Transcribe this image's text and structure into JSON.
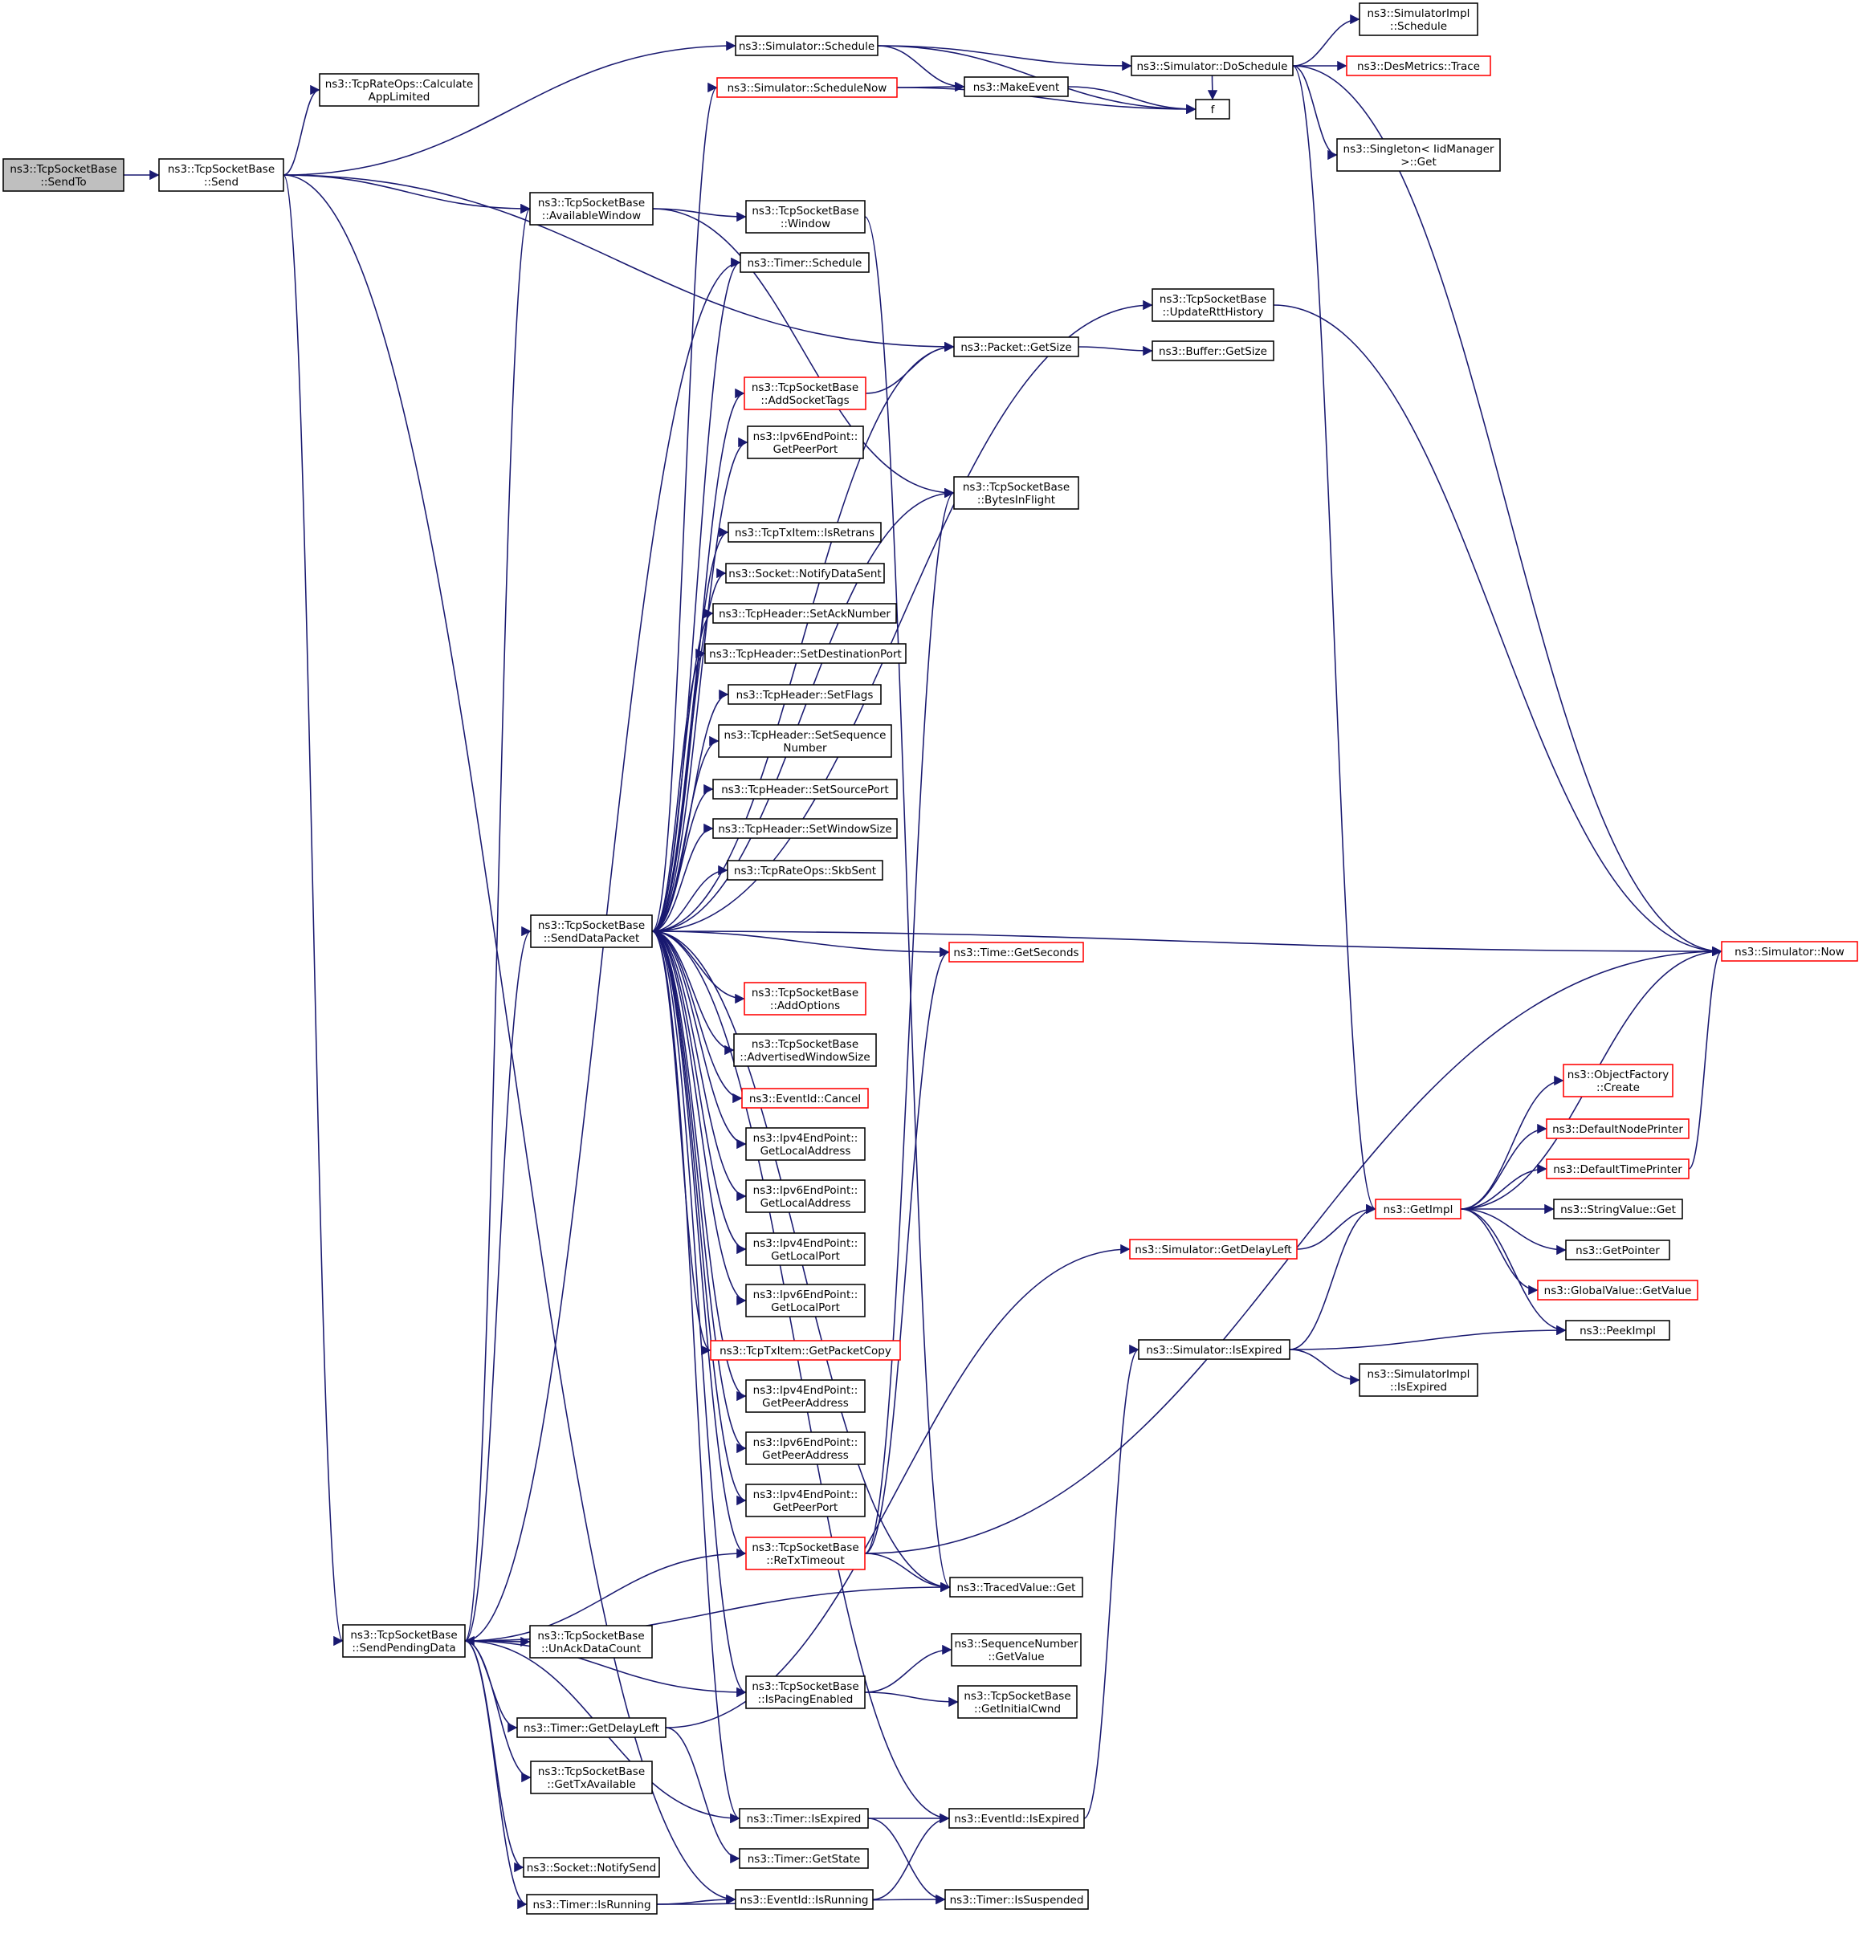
{
  "colors": {
    "edge": "#191970",
    "red_border": "#ff0000",
    "root_fill": "#bfbfbf"
  },
  "nodes": [
    {
      "id": "sendto",
      "lines": [
        "ns3::TcpSocketBase",
        "::SendTo"
      ],
      "root": true
    },
    {
      "id": "send",
      "lines": [
        "ns3::TcpSocketBase",
        "::Send"
      ]
    },
    {
      "id": "sim_schedule",
      "lines": [
        "ns3::Simulator::Schedule"
      ]
    },
    {
      "id": "calc_app",
      "lines": [
        "ns3::TcpRateOps::Calculate",
        "AppLimited"
      ]
    },
    {
      "id": "sched_now",
      "lines": [
        "ns3::Simulator::ScheduleNow"
      ],
      "red": true
    },
    {
      "id": "avail_win",
      "lines": [
        "ns3::TcpSocketBase",
        "::AvailableWindow"
      ]
    },
    {
      "id": "window",
      "lines": [
        "ns3::TcpSocketBase",
        "::Window"
      ]
    },
    {
      "id": "timer_sched",
      "lines": [
        "ns3::Timer::Schedule"
      ]
    },
    {
      "id": "update_rtt",
      "lines": [
        "ns3::TcpSocketBase",
        "::UpdateRttHistory"
      ]
    },
    {
      "id": "pkt_getsize",
      "lines": [
        "ns3::Packet::GetSize"
      ]
    },
    {
      "id": "buf_getsize",
      "lines": [
        "ns3::Buffer::GetSize"
      ]
    },
    {
      "id": "add_sock_tags",
      "lines": [
        "ns3::TcpSocketBase",
        "::AddSocketTags"
      ],
      "red": true
    },
    {
      "id": "ipv6_getpeerport",
      "lines": [
        "ns3::Ipv6EndPoint::",
        "GetPeerPort"
      ]
    },
    {
      "id": "bytes_inflight",
      "lines": [
        "ns3::TcpSocketBase",
        "::BytesInFlight"
      ]
    },
    {
      "id": "isretrans",
      "lines": [
        "ns3::TcpTxItem::IsRetrans"
      ]
    },
    {
      "id": "notify_data_sent",
      "lines": [
        "ns3::Socket::NotifyDataSent"
      ]
    },
    {
      "id": "set_ack",
      "lines": [
        "ns3::TcpHeader::SetAckNumber"
      ]
    },
    {
      "id": "set_dest_port",
      "lines": [
        "ns3::TcpHeader::SetDestinationPort"
      ]
    },
    {
      "id": "set_flags",
      "lines": [
        "ns3::TcpHeader::SetFlags"
      ]
    },
    {
      "id": "set_seq",
      "lines": [
        "ns3::TcpHeader::SetSequence",
        "Number"
      ]
    },
    {
      "id": "set_src_port",
      "lines": [
        "ns3::TcpHeader::SetSourcePort"
      ]
    },
    {
      "id": "set_win_size",
      "lines": [
        "ns3::TcpHeader::SetWindowSize"
      ]
    },
    {
      "id": "skb_sent",
      "lines": [
        "ns3::TcpRateOps::SkbSent"
      ]
    },
    {
      "id": "send_data_pkt",
      "lines": [
        "ns3::TcpSocketBase",
        "::SendDataPacket"
      ]
    },
    {
      "id": "time_getsec",
      "lines": [
        "ns3::Time::GetSeconds"
      ],
      "red": true
    },
    {
      "id": "add_options",
      "lines": [
        "ns3::TcpSocketBase",
        "::AddOptions"
      ],
      "red": true
    },
    {
      "id": "adv_win_size",
      "lines": [
        "ns3::TcpSocketBase",
        "::AdvertisedWindowSize"
      ]
    },
    {
      "id": "evt_cancel",
      "lines": [
        "ns3::EventId::Cancel"
      ],
      "red": true
    },
    {
      "id": "ipv4_getlocaladdr",
      "lines": [
        "ns3::Ipv4EndPoint::",
        "GetLocalAddress"
      ]
    },
    {
      "id": "ipv6_getlocaladdr",
      "lines": [
        "ns3::Ipv6EndPoint::",
        "GetLocalAddress"
      ]
    },
    {
      "id": "ipv4_getlocalport",
      "lines": [
        "ns3::Ipv4EndPoint::",
        "GetLocalPort"
      ]
    },
    {
      "id": "ipv6_getlocalport",
      "lines": [
        "ns3::Ipv6EndPoint::",
        "GetLocalPort"
      ]
    },
    {
      "id": "get_pkt_copy",
      "lines": [
        "ns3::TcpTxItem::GetPacketCopy"
      ],
      "red": true
    },
    {
      "id": "ipv4_getpeeraddr",
      "lines": [
        "ns3::Ipv4EndPoint::",
        "GetPeerAddress"
      ]
    },
    {
      "id": "ipv6_getpeeraddr",
      "lines": [
        "ns3::Ipv6EndPoint::",
        "GetPeerAddress"
      ]
    },
    {
      "id": "ipv4_getpeerport",
      "lines": [
        "ns3::Ipv4EndPoint::",
        "GetPeerPort"
      ]
    },
    {
      "id": "retx_timeout",
      "lines": [
        "ns3::TcpSocketBase",
        "::ReTxTimeout"
      ],
      "red": true
    },
    {
      "id": "traced_get",
      "lines": [
        "ns3::TracedValue::Get"
      ]
    },
    {
      "id": "send_pending",
      "lines": [
        "ns3::TcpSocketBase",
        "::SendPendingData"
      ]
    },
    {
      "id": "unack_count",
      "lines": [
        "ns3::TcpSocketBase",
        "::UnAckDataCount"
      ]
    },
    {
      "id": "seq_getvalue",
      "lines": [
        "ns3::SequenceNumber",
        "::GetValue"
      ]
    },
    {
      "id": "is_pacing",
      "lines": [
        "ns3::TcpSocketBase",
        "::IsPacingEnabled"
      ]
    },
    {
      "id": "get_init_cwnd",
      "lines": [
        "ns3::TcpSocketBase",
        "::GetInitialCwnd"
      ]
    },
    {
      "id": "timer_getdelay",
      "lines": [
        "ns3::Timer::GetDelayLeft"
      ]
    },
    {
      "id": "get_tx_avail",
      "lines": [
        "ns3::TcpSocketBase",
        "::GetTxAvailable"
      ]
    },
    {
      "id": "timer_isexpired",
      "lines": [
        "ns3::Timer::IsExpired"
      ]
    },
    {
      "id": "evt_isexpired",
      "lines": [
        "ns3::EventId::IsExpired"
      ]
    },
    {
      "id": "timer_getstate",
      "lines": [
        "ns3::Timer::GetState"
      ]
    },
    {
      "id": "notify_send",
      "lines": [
        "ns3::Socket::NotifySend"
      ]
    },
    {
      "id": "evt_isrunning",
      "lines": [
        "ns3::EventId::IsRunning"
      ]
    },
    {
      "id": "timer_isrunning",
      "lines": [
        "ns3::Timer::IsRunning"
      ]
    },
    {
      "id": "timer_issusp",
      "lines": [
        "ns3::Timer::IsSuspended"
      ]
    },
    {
      "id": "do_schedule",
      "lines": [
        "ns3::Simulator::DoSchedule"
      ]
    },
    {
      "id": "make_event",
      "lines": [
        "ns3::MakeEvent"
      ]
    },
    {
      "id": "f",
      "lines": [
        "f"
      ]
    },
    {
      "id": "simimpl_sched",
      "lines": [
        "ns3::SimulatorImpl",
        "::Schedule"
      ]
    },
    {
      "id": "des_trace",
      "lines": [
        "ns3::DesMetrics::Trace"
      ],
      "red": true
    },
    {
      "id": "singleton_get",
      "lines": [
        "ns3::Singleton< IidManager",
        ">::Get"
      ]
    },
    {
      "id": "sim_now",
      "lines": [
        "ns3::Simulator::Now"
      ],
      "red": true
    },
    {
      "id": "obj_create",
      "lines": [
        "ns3::ObjectFactory",
        "::Create"
      ],
      "red": true
    },
    {
      "id": "def_node_printer",
      "lines": [
        "ns3::DefaultNodePrinter"
      ],
      "red": true
    },
    {
      "id": "def_time_printer",
      "lines": [
        "ns3::DefaultTimePrinter"
      ],
      "red": true
    },
    {
      "id": "get_impl",
      "lines": [
        "ns3::GetImpl"
      ],
      "red": true
    },
    {
      "id": "string_get",
      "lines": [
        "ns3::StringValue::Get"
      ]
    },
    {
      "id": "sim_getdelay",
      "lines": [
        "ns3::Simulator::GetDelayLeft"
      ],
      "red": true
    },
    {
      "id": "get_pointer",
      "lines": [
        "ns3::GetPointer"
      ]
    },
    {
      "id": "global_getvalue",
      "lines": [
        "ns3::GlobalValue::GetValue"
      ],
      "red": true
    },
    {
      "id": "peek_impl",
      "lines": [
        "ns3::PeekImpl"
      ]
    },
    {
      "id": "sim_isexpired",
      "lines": [
        "ns3::Simulator::IsExpired"
      ]
    },
    {
      "id": "simimpl_isexpired",
      "lines": [
        "ns3::SimulatorImpl",
        "::IsExpired"
      ]
    }
  ],
  "edges": [
    [
      "sendto",
      "send"
    ],
    [
      "send",
      "sim_schedule"
    ],
    [
      "send",
      "calc_app"
    ],
    [
      "send",
      "pkt_getsize"
    ],
    [
      "send",
      "avail_win"
    ],
    [
      "send",
      "send_pending"
    ],
    [
      "send",
      "evt_isrunning"
    ],
    [
      "sim_schedule",
      "do_schedule"
    ],
    [
      "sim_schedule",
      "make_event"
    ],
    [
      "sim_schedule",
      "f"
    ],
    [
      "sched_now",
      "make_event"
    ],
    [
      "sched_now",
      "f"
    ],
    [
      "make_event",
      "f"
    ],
    [
      "do_schedule",
      "simimpl_sched"
    ],
    [
      "do_schedule",
      "des_trace"
    ],
    [
      "do_schedule",
      "f"
    ],
    [
      "do_schedule",
      "singleton_get"
    ],
    [
      "do_schedule",
      "sim_now"
    ],
    [
      "do_schedule",
      "get_impl"
    ],
    [
      "avail_win",
      "window"
    ],
    [
      "avail_win",
      "bytes_inflight"
    ],
    [
      "window",
      "traced_get"
    ],
    [
      "pkt_getsize",
      "buf_getsize"
    ],
    [
      "add_sock_tags",
      "pkt_getsize"
    ],
    [
      "update_rtt",
      "sim_now"
    ],
    [
      "send_data_pkt",
      "sched_now"
    ],
    [
      "send_data_pkt",
      "timer_sched"
    ],
    [
      "send_data_pkt",
      "update_rtt"
    ],
    [
      "send_data_pkt",
      "pkt_getsize"
    ],
    [
      "send_data_pkt",
      "add_sock_tags"
    ],
    [
      "send_data_pkt",
      "ipv6_getpeerport"
    ],
    [
      "send_data_pkt",
      "bytes_inflight"
    ],
    [
      "send_data_pkt",
      "isretrans"
    ],
    [
      "send_data_pkt",
      "notify_data_sent"
    ],
    [
      "send_data_pkt",
      "set_ack"
    ],
    [
      "send_data_pkt",
      "set_dest_port"
    ],
    [
      "send_data_pkt",
      "set_flags"
    ],
    [
      "send_data_pkt",
      "set_seq"
    ],
    [
      "send_data_pkt",
      "set_src_port"
    ],
    [
      "send_data_pkt",
      "set_win_size"
    ],
    [
      "send_data_pkt",
      "skb_sent"
    ],
    [
      "send_data_pkt",
      "sim_now"
    ],
    [
      "send_data_pkt",
      "time_getsec"
    ],
    [
      "send_data_pkt",
      "add_options"
    ],
    [
      "send_data_pkt",
      "adv_win_size"
    ],
    [
      "send_data_pkt",
      "evt_cancel"
    ],
    [
      "send_data_pkt",
      "ipv4_getlocaladdr"
    ],
    [
      "send_data_pkt",
      "ipv6_getlocaladdr"
    ],
    [
      "send_data_pkt",
      "ipv4_getlocalport"
    ],
    [
      "send_data_pkt",
      "ipv6_getlocalport"
    ],
    [
      "send_data_pkt",
      "get_pkt_copy"
    ],
    [
      "send_data_pkt",
      "ipv4_getpeeraddr"
    ],
    [
      "send_data_pkt",
      "ipv6_getpeeraddr"
    ],
    [
      "send_data_pkt",
      "ipv4_getpeerport"
    ],
    [
      "send_data_pkt",
      "retx_timeout"
    ],
    [
      "send_data_pkt",
      "traced_get"
    ],
    [
      "send_data_pkt",
      "is_pacing"
    ],
    [
      "send_data_pkt",
      "timer_isexpired"
    ],
    [
      "send_data_pkt",
      "evt_isexpired"
    ],
    [
      "retx_timeout",
      "time_getsec"
    ],
    [
      "retx_timeout",
      "bytes_inflight"
    ],
    [
      "retx_timeout",
      "sim_now"
    ],
    [
      "retx_timeout",
      "traced_get"
    ],
    [
      "retx_timeout",
      "send_pending"
    ],
    [
      "send_pending",
      "avail_win"
    ],
    [
      "send_pending",
      "timer_sched"
    ],
    [
      "send_pending",
      "send_data_pkt"
    ],
    [
      "send_pending",
      "traced_get"
    ],
    [
      "send_pending",
      "unack_count"
    ],
    [
      "send_pending",
      "is_pacing"
    ],
    [
      "send_pending",
      "timer_getdelay"
    ],
    [
      "send_pending",
      "get_tx_avail"
    ],
    [
      "send_pending",
      "timer_isexpired"
    ],
    [
      "send_pending",
      "notify_send"
    ],
    [
      "send_pending",
      "timer_isrunning"
    ],
    [
      "is_pacing",
      "seq_getvalue"
    ],
    [
      "is_pacing",
      "get_init_cwnd"
    ],
    [
      "timer_getdelay",
      "sim_getdelay"
    ],
    [
      "timer_getdelay",
      "timer_getstate"
    ],
    [
      "timer_isexpired",
      "evt_isexpired"
    ],
    [
      "timer_isexpired",
      "timer_issusp"
    ],
    [
      "timer_isrunning",
      "evt_isrunning"
    ],
    [
      "timer_isrunning",
      "timer_issusp"
    ],
    [
      "evt_isrunning",
      "evt_isexpired"
    ],
    [
      "evt_isexpired",
      "sim_isexpired"
    ],
    [
      "sim_getdelay",
      "get_impl"
    ],
    [
      "sim_isexpired",
      "get_impl"
    ],
    [
      "sim_isexpired",
      "peek_impl"
    ],
    [
      "sim_isexpired",
      "simimpl_isexpired"
    ],
    [
      "get_impl",
      "sim_now"
    ],
    [
      "get_impl",
      "obj_create"
    ],
    [
      "get_impl",
      "def_node_printer"
    ],
    [
      "get_impl",
      "def_time_printer"
    ],
    [
      "get_impl",
      "string_get"
    ],
    [
      "get_impl",
      "get_pointer"
    ],
    [
      "get_impl",
      "global_getvalue"
    ],
    [
      "get_impl",
      "peek_impl"
    ],
    [
      "def_time_printer",
      "sim_now"
    ]
  ]
}
